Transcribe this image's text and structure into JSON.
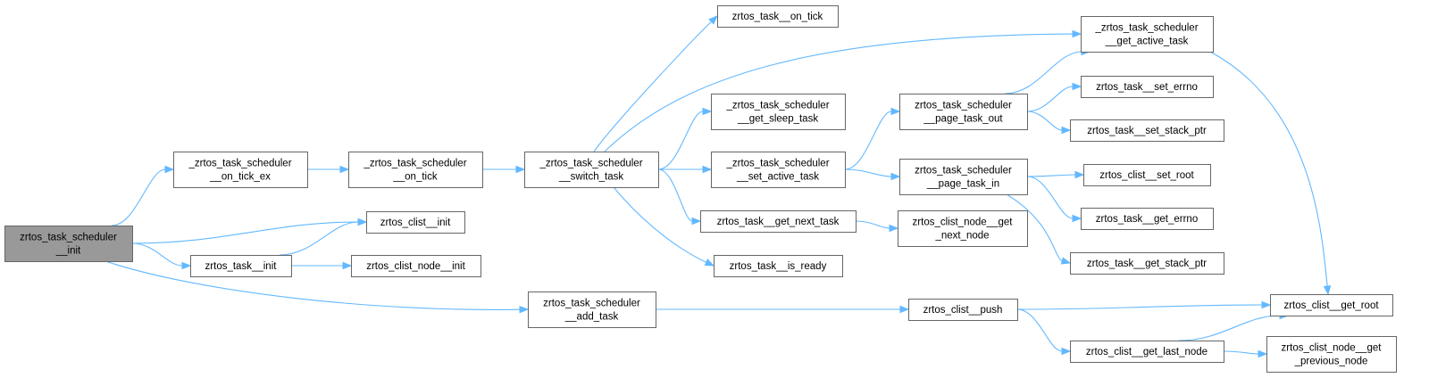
{
  "diagram": {
    "type": "call-graph",
    "edge_color": "#63b8ff",
    "root_fill": "#999999",
    "node_border": "#666666",
    "nodes": [
      {
        "id": "init",
        "lines": [
          "zrtos_task_scheduler",
          "__init"
        ],
        "root": true
      },
      {
        "id": "on_tick_ex",
        "lines": [
          "_zrtos_task_scheduler",
          "__on_tick_ex"
        ]
      },
      {
        "id": "clist_init",
        "lines": [
          "zrtos_clist__init"
        ]
      },
      {
        "id": "task_init",
        "lines": [
          "zrtos_task__init"
        ]
      },
      {
        "id": "add_task",
        "lines": [
          "zrtos_task_scheduler",
          "__add_task"
        ]
      },
      {
        "id": "on_tick",
        "lines": [
          "_zrtos_task_scheduler",
          "__on_tick"
        ]
      },
      {
        "id": "clist_node_init",
        "lines": [
          "zrtos_clist_node__init"
        ]
      },
      {
        "id": "switch_task",
        "lines": [
          "_zrtos_task_scheduler",
          "__switch_task"
        ]
      },
      {
        "id": "task_on_tick",
        "lines": [
          "zrtos_task__on_tick"
        ]
      },
      {
        "id": "get_sleep_task",
        "lines": [
          "_zrtos_task_scheduler",
          "__get_sleep_task"
        ]
      },
      {
        "id": "set_active_task",
        "lines": [
          "_zrtos_task_scheduler",
          "__set_active_task"
        ]
      },
      {
        "id": "get_next_task",
        "lines": [
          "zrtos_task__get_next_task"
        ]
      },
      {
        "id": "is_ready",
        "lines": [
          "zrtos_task__is_ready"
        ]
      },
      {
        "id": "clist_push",
        "lines": [
          "zrtos_clist__push"
        ]
      },
      {
        "id": "get_active_task",
        "lines": [
          "_zrtos_task_scheduler",
          "__get_active_task"
        ]
      },
      {
        "id": "page_task_out",
        "lines": [
          "zrtos_task_scheduler",
          "__page_task_out"
        ]
      },
      {
        "id": "page_task_in",
        "lines": [
          "zrtos_task_scheduler",
          "__page_task_in"
        ]
      },
      {
        "id": "clist_node_get_next",
        "lines": [
          "zrtos_clist_node__get",
          "_next_node"
        ]
      },
      {
        "id": "get_last_node",
        "lines": [
          "zrtos_clist__get_last_node"
        ]
      },
      {
        "id": "set_errno",
        "lines": [
          "zrtos_task__set_errno"
        ]
      },
      {
        "id": "set_stack_ptr",
        "lines": [
          "zrtos_task__set_stack_ptr"
        ]
      },
      {
        "id": "set_root",
        "lines": [
          "zrtos_clist__set_root"
        ]
      },
      {
        "id": "get_errno",
        "lines": [
          "zrtos_task__get_errno"
        ]
      },
      {
        "id": "get_stack_ptr",
        "lines": [
          "zrtos_task__get_stack_ptr"
        ]
      },
      {
        "id": "get_root",
        "lines": [
          "zrtos_clist__get_root"
        ]
      },
      {
        "id": "get_previous_node",
        "lines": [
          "zrtos_clist_node__get",
          "_previous_node"
        ]
      }
    ],
    "edges": [
      [
        "init",
        "on_tick_ex"
      ],
      [
        "init",
        "clist_init"
      ],
      [
        "init",
        "task_init"
      ],
      [
        "init",
        "add_task"
      ],
      [
        "on_tick_ex",
        "on_tick"
      ],
      [
        "on_tick",
        "switch_task"
      ],
      [
        "task_init",
        "clist_init"
      ],
      [
        "task_init",
        "clist_node_init"
      ],
      [
        "switch_task",
        "task_on_tick"
      ],
      [
        "switch_task",
        "get_active_task"
      ],
      [
        "switch_task",
        "get_sleep_task"
      ],
      [
        "switch_task",
        "set_active_task"
      ],
      [
        "switch_task",
        "get_next_task"
      ],
      [
        "switch_task",
        "is_ready"
      ],
      [
        "set_active_task",
        "page_task_out"
      ],
      [
        "set_active_task",
        "page_task_in"
      ],
      [
        "get_next_task",
        "clist_node_get_next"
      ],
      [
        "page_task_out",
        "get_active_task"
      ],
      [
        "page_task_out",
        "set_errno"
      ],
      [
        "page_task_out",
        "set_stack_ptr"
      ],
      [
        "page_task_in",
        "set_root"
      ],
      [
        "page_task_in",
        "get_errno"
      ],
      [
        "page_task_in",
        "get_stack_ptr"
      ],
      [
        "get_active_task",
        "get_root"
      ],
      [
        "add_task",
        "clist_push"
      ],
      [
        "clist_push",
        "get_root"
      ],
      [
        "clist_push",
        "get_last_node"
      ],
      [
        "get_last_node",
        "get_root"
      ],
      [
        "get_last_node",
        "get_previous_node"
      ]
    ]
  }
}
